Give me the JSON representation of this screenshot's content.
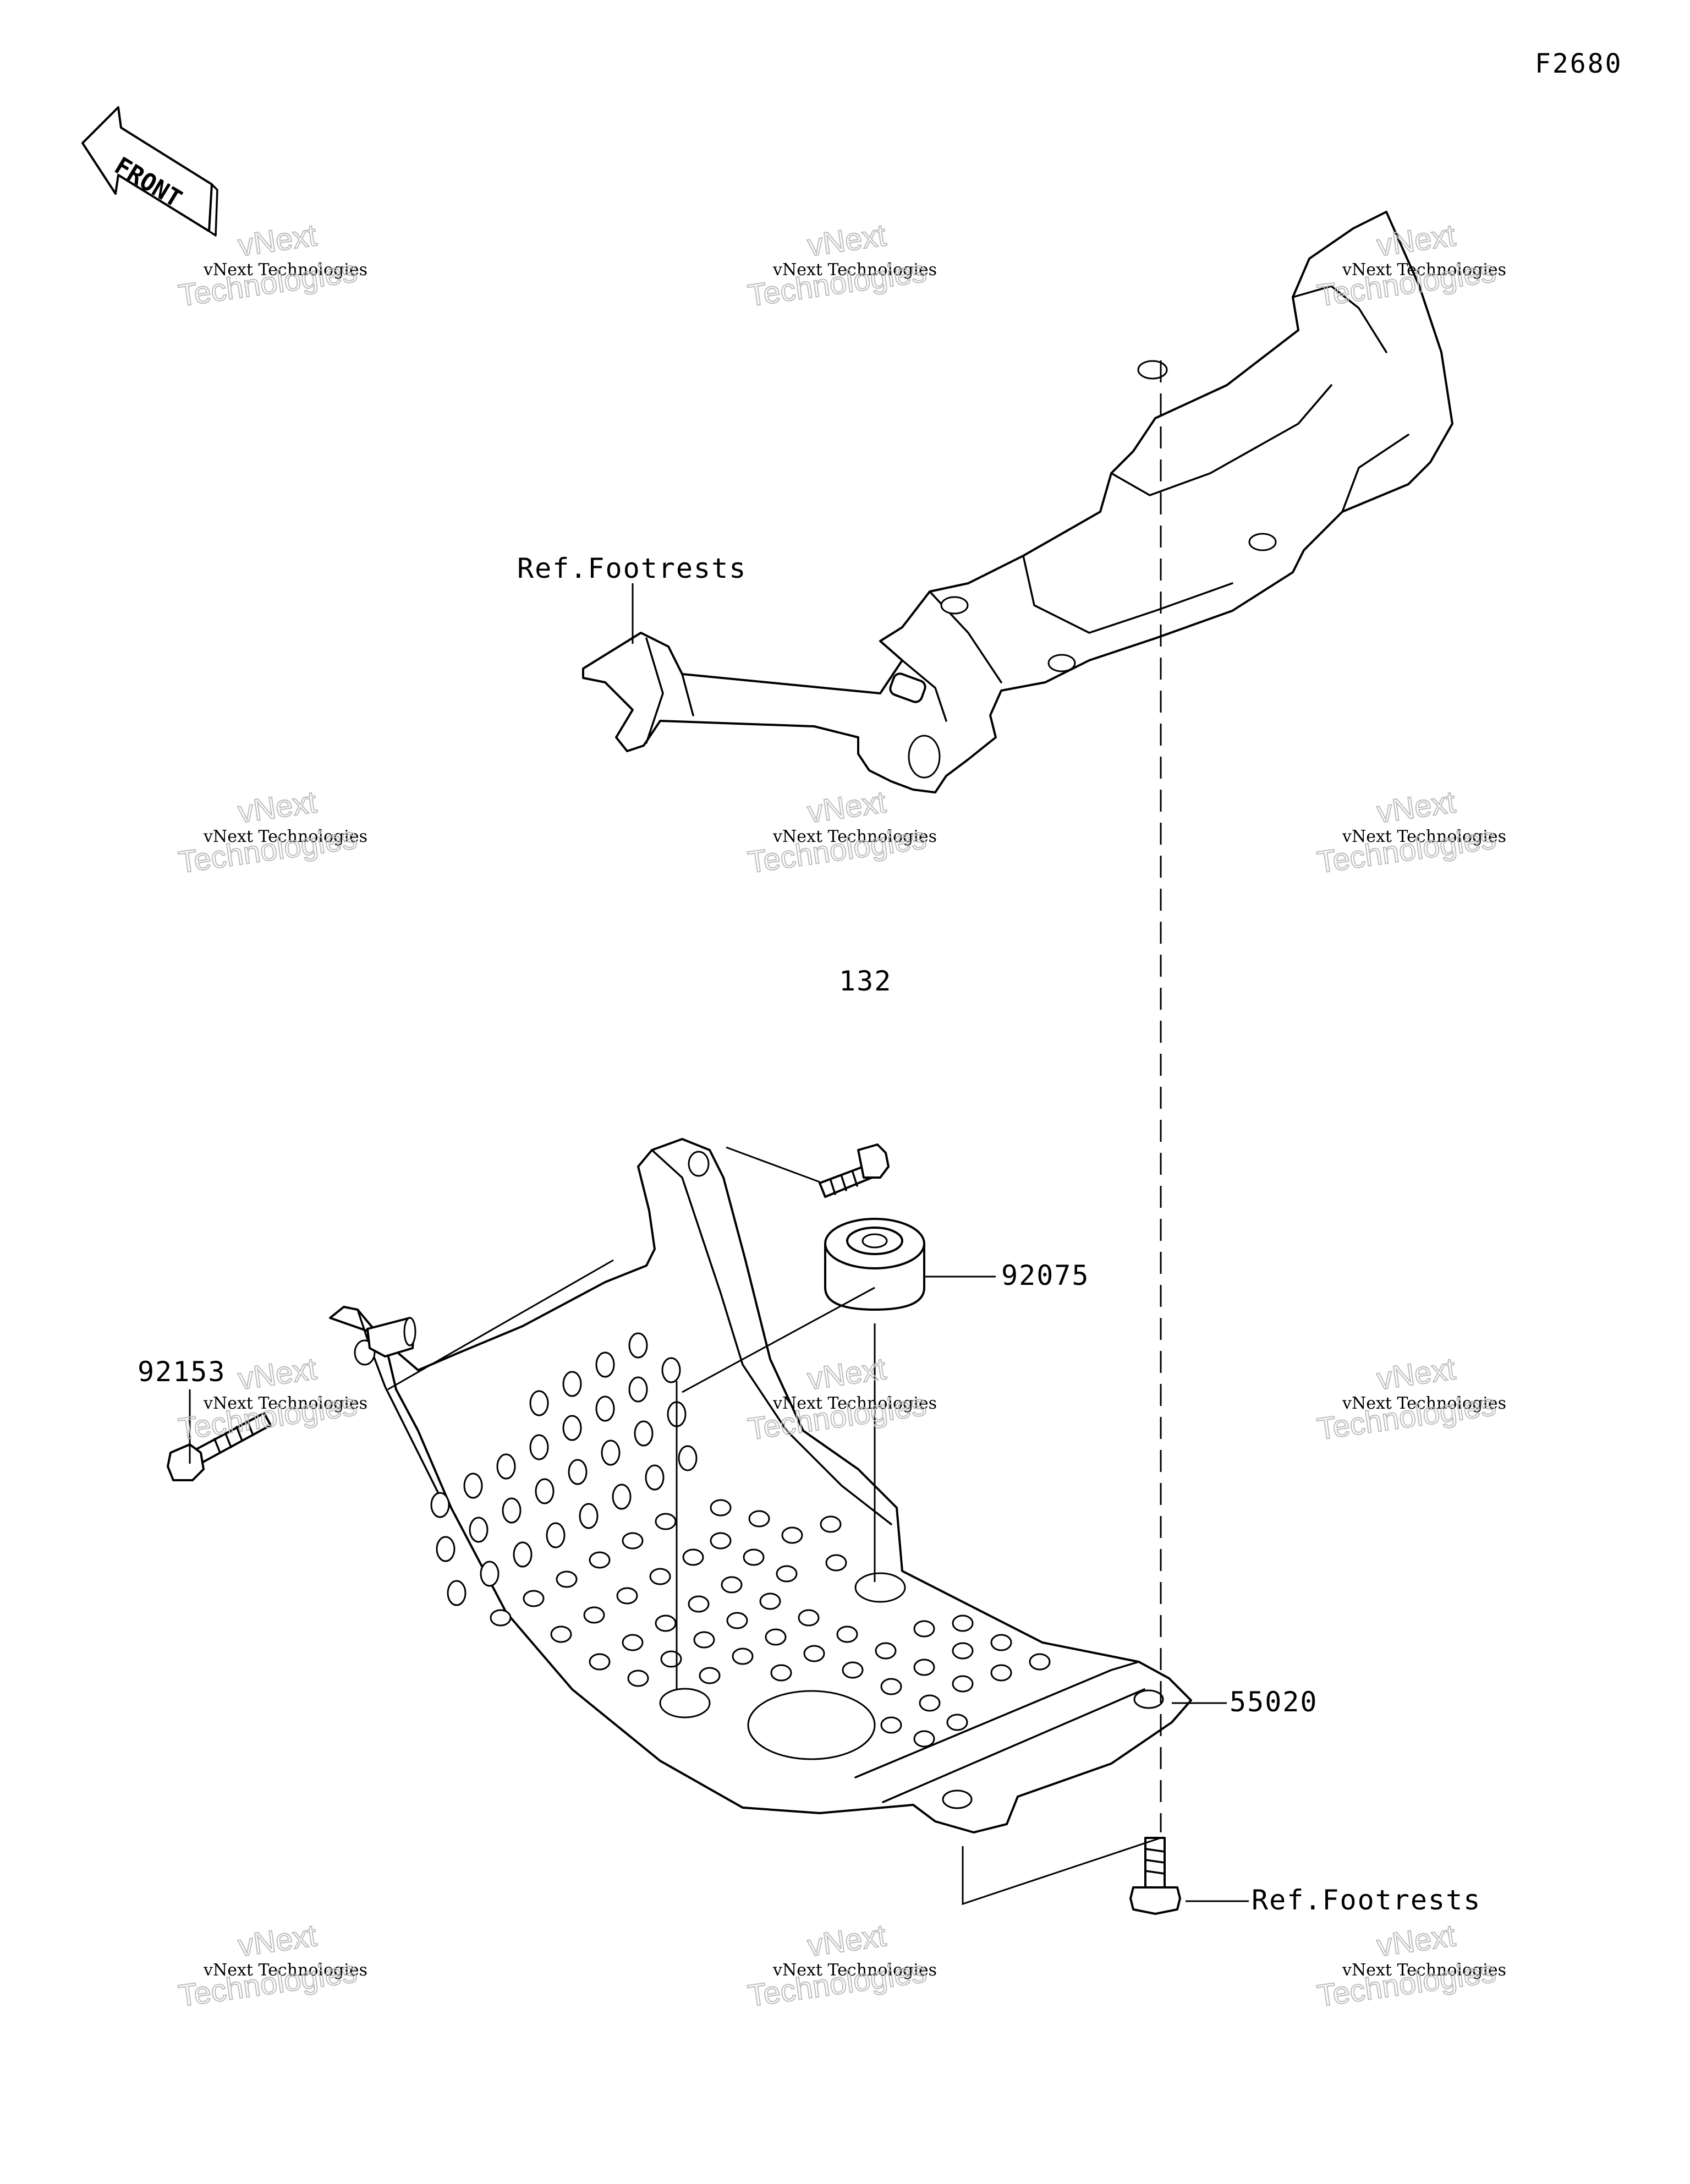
{
  "figure_code": "F2680",
  "front_arrow": {
    "label": "FRONT",
    "icon": "front-direction-arrow-icon"
  },
  "callouts": {
    "ref_footrests_top": "Ref.Footrests",
    "part_132": "132",
    "part_92075": "92075",
    "part_92153": "92153",
    "part_55020": "55020",
    "ref_footrests_bottom": "Ref.Footrests"
  },
  "watermark": {
    "line1": "vNext Technologies",
    "line2": "Technologies",
    "line3": "vNext"
  }
}
